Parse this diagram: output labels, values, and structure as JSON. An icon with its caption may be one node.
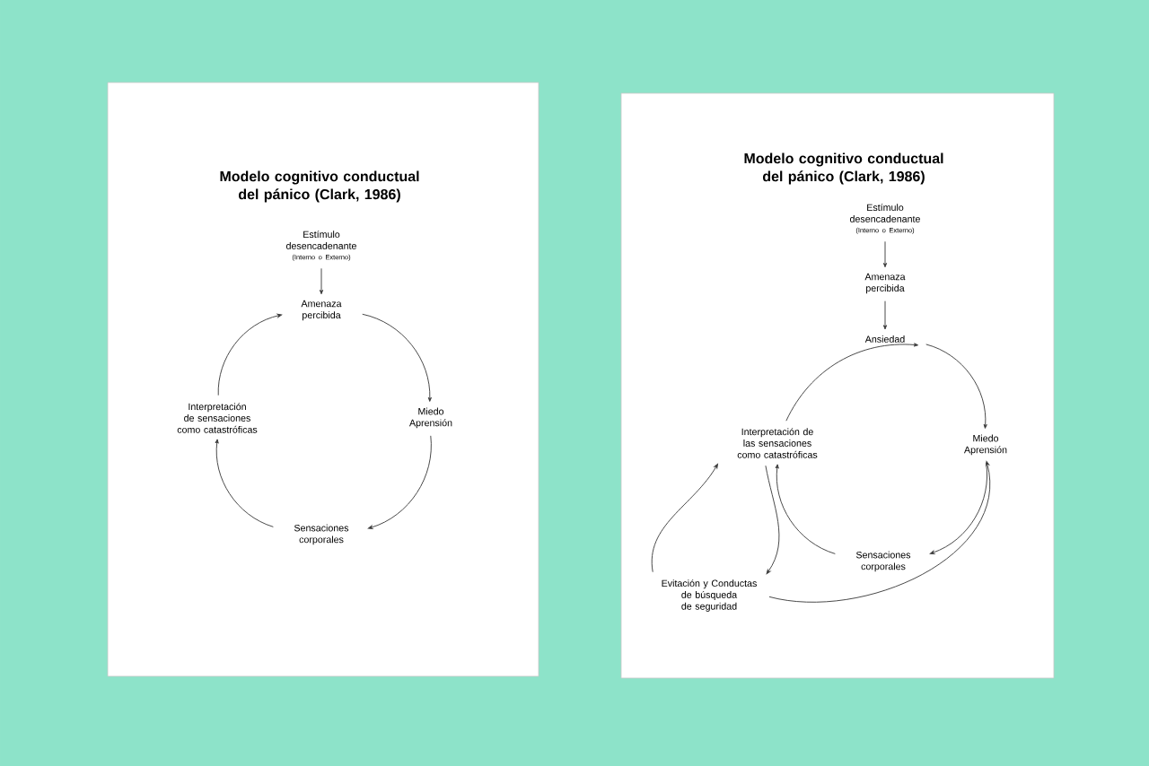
{
  "diagram": {
    "nodes": [
      {
        "text": [
          "Modelo cognitivo conductual del pánico (Clark, 1986)"
        ]
      },
      {
        "text": [
          "Estímulo desencadenante",
          "(Interno o Externo)"
        ],
        "in": 0
      },
      {
        "text": [
          "Amenaza percibida"
        ],
        "in": 0
      },
      {
        "text": [
          "Miedo Aprensión"
        ],
        "in": 0
      },
      {
        "text": [
          "Sensaciones corporales"
        ],
        "in": 0
      },
      {
        "text": [
          "Interpretación de sensaciones como catastróficas"
        ],
        "in": 0
      },
      {
        "text": [
          "Modelo cognitivo conductual del pánico (Clark, 1986)"
        ]
      },
      {
        "text": [
          "Estímulo desencadenante",
          "(Interno o Externo)"
        ],
        "in": 6
      },
      {
        "text": [
          "Amenaza percibida"
        ],
        "in": 6
      },
      {
        "text": [
          "Ansiedad"
        ],
        "in": 6
      },
      {
        "text": [
          "Miedo Aprensión"
        ],
        "in": 6
      },
      {
        "text": [
          "Sensaciones corporales"
        ],
        "in": 6
      },
      {
        "text": [
          "Interpretación de las sensaciones como catastróficas"
        ],
        "in": 6
      },
      {
        "text": [
          "Evitación y Conductas de búsqueda de seguridad"
        ],
        "in": 6
      }
    ],
    "edges": [
      {
        "from": 1,
        "to": 2,
        "arrow": "to"
      },
      {
        "from": 2,
        "to": 3,
        "arrow": "to"
      },
      {
        "from": 3,
        "to": 4,
        "arrow": "to"
      },
      {
        "from": 4,
        "to": 5,
        "arrow": "to"
      },
      {
        "from": 5,
        "to": 2,
        "arrow": "to"
      },
      {
        "from": 7,
        "to": 8,
        "arrow": "to"
      },
      {
        "from": 8,
        "to": 9,
        "arrow": "to"
      },
      {
        "from": 9,
        "to": 10,
        "arrow": "to"
      },
      {
        "from": 10,
        "to": 11,
        "arrow": "to"
      },
      {
        "from": 11,
        "to": 12,
        "arrow": "to"
      },
      {
        "from": 12,
        "to": 9,
        "arrow": "to"
      },
      {
        "from": 12,
        "to": 13,
        "arrow": "to"
      },
      {
        "from": 13,
        "to": 12,
        "arrow": "to"
      },
      {
        "from": 13,
        "to": 10,
        "arrow": "to"
      }
    ]
  }
}
